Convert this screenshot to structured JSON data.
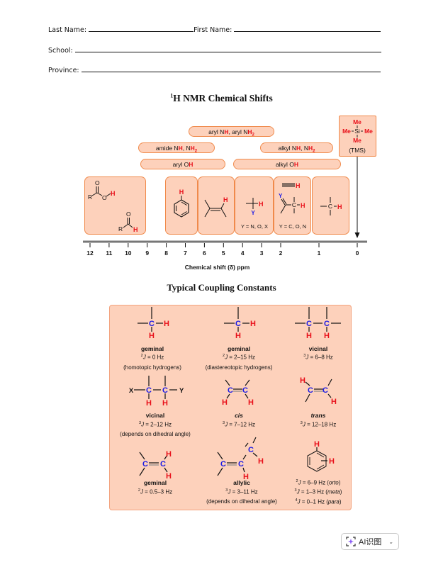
{
  "form": {
    "last_name_label": "Last Name:",
    "first_name_label": "First Name:",
    "school_label": "School:",
    "province_label": "Province:"
  },
  "nmr": {
    "title_sup": "1",
    "title": "H NMR Chemical Shifts",
    "pills": {
      "aryl_nh": [
        "aryl N",
        "H",
        ", aryl N",
        "H",
        "2"
      ],
      "amide_nh": [
        "amide N",
        "H",
        ", N",
        "H",
        "2"
      ],
      "alkyl_nh": [
        "alkyl N",
        "H",
        ", N",
        "H",
        "2"
      ],
      "aryl_oh": [
        "aryl O",
        "H"
      ],
      "alkyl_oh": [
        "alkyl O",
        "H"
      ]
    },
    "tms": {
      "me": "Me",
      "si": "Si",
      "label": "(TMS)"
    },
    "structures": {
      "carbonyl_r": "R",
      "carbonyl_o": "O",
      "h": "H",
      "y": "Y",
      "c": "C",
      "y_nox": "Y = N, O, X",
      "y_con": "Y = C, O, N"
    },
    "axis": {
      "ticks": [
        "12",
        "11",
        "10",
        "9",
        "8",
        "7",
        "6",
        "5",
        "4",
        "3",
        "2",
        "1",
        "0"
      ],
      "label": "Chemical shift (δ) ppm"
    }
  },
  "coupling": {
    "title": "Typical Coupling Constants",
    "atoms": {
      "c": "C",
      "h": "H",
      "x": "X",
      "y": "Y"
    },
    "items": [
      {
        "name": "geminal",
        "j_sup": "2",
        "j": "J = 0 Hz",
        "note": "(homotopic hydrogens)"
      },
      {
        "name": "geminal",
        "j_sup": "2",
        "j": "J = 2–15 Hz",
        "note": "(diastereotopic hydrogens)"
      },
      {
        "name": "vicinal",
        "j_sup": "3",
        "j": "J = 6–8 Hz"
      },
      {
        "name": "vicinal",
        "j_sup": "3",
        "j": "J = 2–12 Hz",
        "note": "(depends on dihedral angle)"
      },
      {
        "name": "cis",
        "j_sup": "3",
        "j": "J = 7–12 Hz"
      },
      {
        "name": "trans",
        "j_sup": "3",
        "j": "J = 12–18 Hz"
      },
      {
        "name": "geminal",
        "j_sup": "2",
        "j": "J = 0.5–3 Hz"
      },
      {
        "name": "allylic",
        "j_sup": "3",
        "j": "J = 3–11 Hz",
        "note": "(depends on dihedral angle)"
      }
    ],
    "aromatic": [
      {
        "j_sup": "2",
        "j": "J = 6–9 Hz (",
        "pos": "orto",
        "end": ")"
      },
      {
        "j_sup": "3",
        "j": "J = 1–3 Hz (",
        "pos": "meta",
        "end": ")"
      },
      {
        "j_sup": "4",
        "j": "J = 0–1 Hz (",
        "pos": "para",
        "end": ")"
      }
    ]
  },
  "ai_button": {
    "label": "AI识图",
    "icon": "sparkle-scan-icon"
  },
  "colors": {
    "accent_fill": "#fdd1bb",
    "accent_border": "#f08a4b",
    "hydrogen": "#e8101a",
    "carbon": "#1a1ae6"
  }
}
